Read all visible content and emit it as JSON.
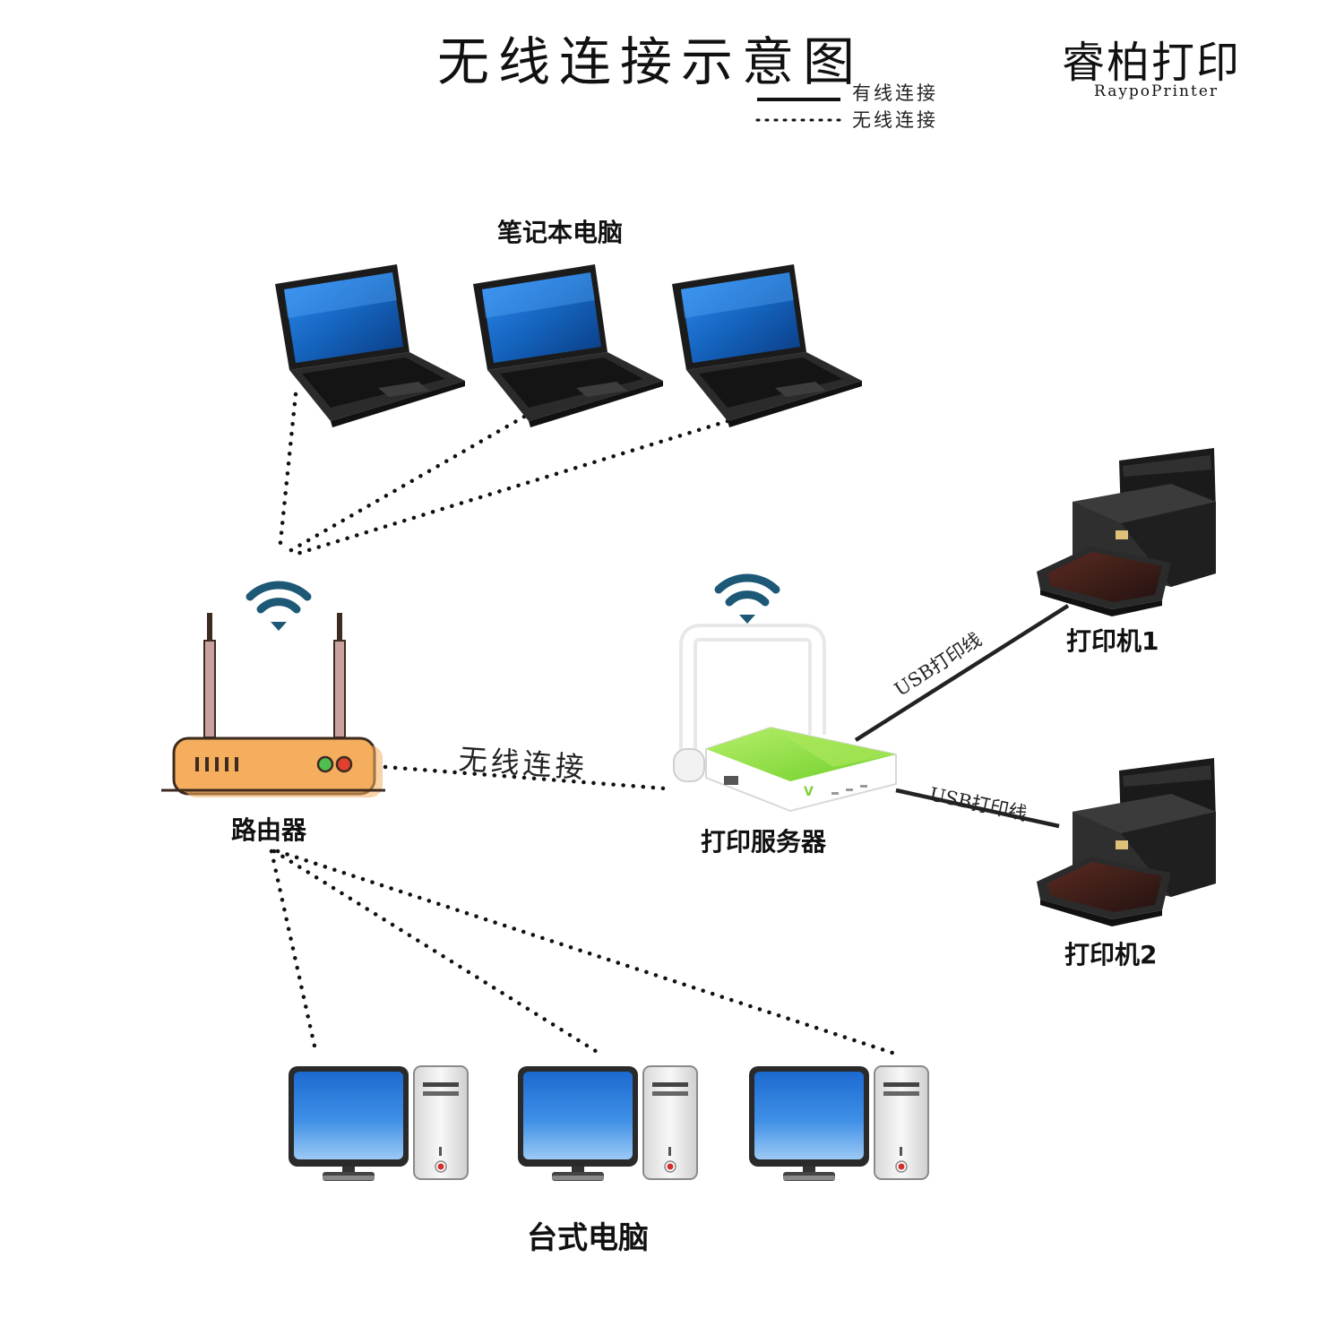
{
  "title": "无线连接示意图",
  "brand": {
    "name": "睿柏打印",
    "subtitle": "RaypoPrinter"
  },
  "legend": {
    "wired": "有线连接",
    "wireless": "无线连接"
  },
  "nodes": {
    "laptops_label": "笔记本电脑",
    "router_label": "路由器",
    "print_server_label": "打印服务器",
    "printer1_label": "打印机1",
    "printer2_label": "打印机2",
    "desktops_label": "台式电脑"
  },
  "edges": {
    "router_to_server": "无线连接",
    "usb_cable_1": "USB打印线",
    "usb_cable_2": "USB打印线"
  },
  "colors": {
    "router_body": "#F4AE5E",
    "router_outline": "#3D2B20",
    "wifi": "#1D5876",
    "screen_blue": "#1565C0",
    "server_green": "#8FDA3A",
    "printer_body": "#2A2A2A"
  },
  "icons": [
    "laptop-icon",
    "router-icon",
    "wifi-icon",
    "print-server-icon",
    "printer-icon",
    "desktop-computer-icon"
  ]
}
